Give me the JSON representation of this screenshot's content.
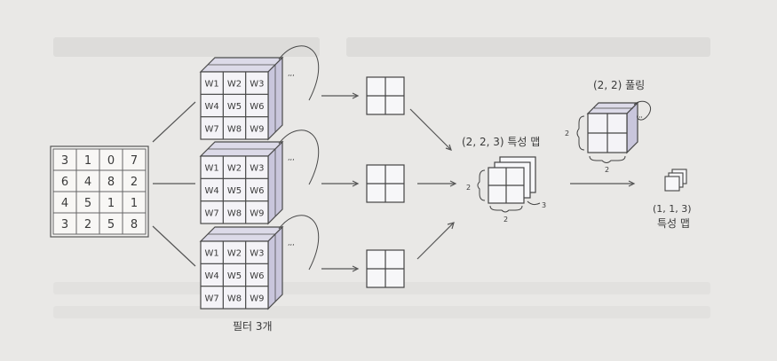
{
  "input_grid": [
    [
      "3",
      "1",
      "0",
      "7"
    ],
    [
      "6",
      "4",
      "8",
      "2"
    ],
    [
      "4",
      "5",
      "1",
      "1"
    ],
    [
      "3",
      "2",
      "5",
      "8"
    ]
  ],
  "filters": [
    {
      "weights": [
        "W1",
        "W2",
        "W3",
        "W4",
        "W5",
        "W6",
        "W7",
        "W8",
        "W9"
      ]
    },
    {
      "weights": [
        "W1",
        "W2",
        "W3",
        "W4",
        "W5",
        "W6",
        "W7",
        "W8",
        "W9"
      ]
    },
    {
      "weights": [
        "W1",
        "W2",
        "W3",
        "W4",
        "W5",
        "W6",
        "W7",
        "W8",
        "W9"
      ]
    }
  ],
  "filters_caption": "필터 3개",
  "feature_map_label": "(2, 2, 3) 특성 맵",
  "stack_dims": {
    "height": "2",
    "width": "2",
    "depth": "3"
  },
  "pooling_label": "(2, 2) 풀링",
  "pool_dims": {
    "height": "2",
    "width": "2"
  },
  "output_label_line1": "(1, 1, 3)",
  "output_label_line2": "특성 맵",
  "colors": {
    "stroke": "#4a4a4a",
    "cube_front": "#f4f3f7",
    "cube_top": "#dcdae8",
    "cube_side": "#c9c6dc",
    "blur_bar": "#d5d4d2"
  }
}
